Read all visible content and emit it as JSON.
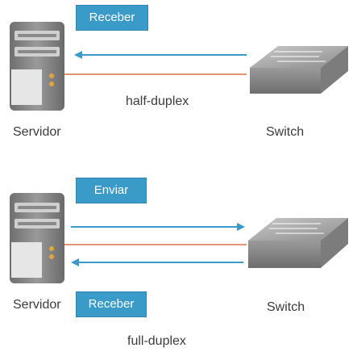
{
  "half_duplex": {
    "badge_receive": "Receber",
    "mode_label": "half-duplex",
    "server_label": "Servidor",
    "switch_label": "Switch"
  },
  "full_duplex": {
    "badge_send": "Enviar",
    "badge_receive": "Receber",
    "mode_label": "full-duplex",
    "server_label": "Servidor",
    "switch_label": "Switch"
  },
  "colors": {
    "badge": "#3a9ac8",
    "arrow": "#3a9ac8",
    "cable": "#d9714a",
    "server": "#7a7a7a"
  },
  "icons": [
    "server-icon",
    "switch-icon",
    "arrow-left-icon",
    "arrow-right-icon"
  ]
}
